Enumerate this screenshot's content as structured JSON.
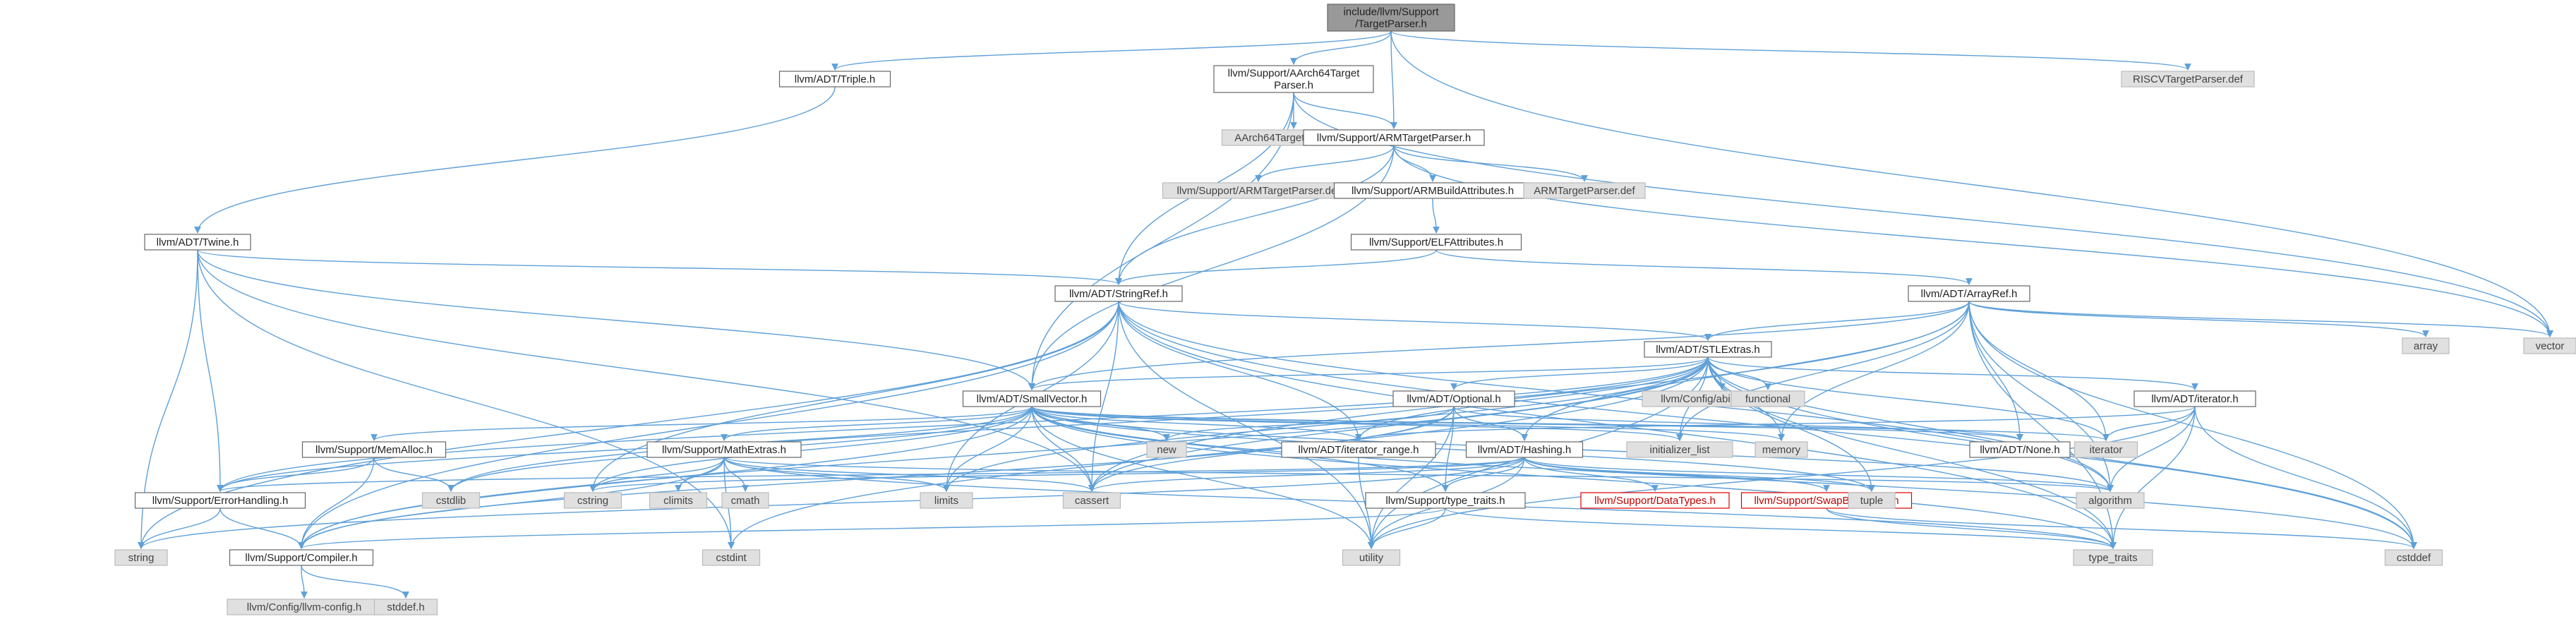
{
  "colors": {
    "edge": "#5fa0d8",
    "node_fill": "#ffffff",
    "node_gray": "#e0e0e0",
    "node_root": "#999999",
    "node_missing": "#e00000"
  },
  "nodes": [
    {
      "id": "root",
      "label": [
        "include/llvm/Support",
        "/TargetParser.h"
      ],
      "style": "dark"
    },
    {
      "id": "triple",
      "label": [
        "llvm/ADT/Triple.h"
      ],
      "style": "white"
    },
    {
      "id": "aarch64",
      "label": [
        "llvm/Support/AArch64Target",
        "Parser.h"
      ],
      "style": "white"
    },
    {
      "id": "riscvdef",
      "label": [
        "RISCVTargetParser.def"
      ],
      "style": "gray"
    },
    {
      "id": "aarch64def",
      "label": [
        "AArch64TargetParser.def"
      ],
      "style": "gray"
    },
    {
      "id": "armtp",
      "label": [
        "llvm/Support/ARMTargetParser.h"
      ],
      "style": "white"
    },
    {
      "id": "armtpdef1",
      "label": [
        "llvm/Support/ARMTargetParser.def"
      ],
      "style": "gray"
    },
    {
      "id": "armba",
      "label": [
        "llvm/Support/ARMBuildAttributes.h"
      ],
      "style": "white"
    },
    {
      "id": "armtpdef2",
      "label": [
        "ARMTargetParser.def"
      ],
      "style": "gray"
    },
    {
      "id": "elfattr",
      "label": [
        "llvm/Support/ELFAttributes.h"
      ],
      "style": "white"
    },
    {
      "id": "twine",
      "label": [
        "llvm/ADT/Twine.h"
      ],
      "style": "white"
    },
    {
      "id": "stringref",
      "label": [
        "llvm/ADT/StringRef.h"
      ],
      "style": "white"
    },
    {
      "id": "arrayref",
      "label": [
        "llvm/ADT/ArrayRef.h"
      ],
      "style": "white"
    },
    {
      "id": "array",
      "label": [
        "array"
      ],
      "style": "gray"
    },
    {
      "id": "vector",
      "label": [
        "vector"
      ],
      "style": "gray"
    },
    {
      "id": "stlextras",
      "label": [
        "llvm/ADT/STLExtras.h"
      ],
      "style": "white"
    },
    {
      "id": "abibreak",
      "label": [
        "llvm/Config/abi-breaking.h"
      ],
      "style": "gray"
    },
    {
      "id": "functional",
      "label": [
        "functional"
      ],
      "style": "gray"
    },
    {
      "id": "adtiterator",
      "label": [
        "llvm/ADT/iterator.h"
      ],
      "style": "white"
    },
    {
      "id": "smallvector",
      "label": [
        "llvm/ADT/SmallVector.h"
      ],
      "style": "white"
    },
    {
      "id": "optional",
      "label": [
        "llvm/ADT/Optional.h"
      ],
      "style": "white"
    },
    {
      "id": "memalloc",
      "label": [
        "llvm/Support/MemAlloc.h"
      ],
      "style": "white"
    },
    {
      "id": "mathextras",
      "label": [
        "llvm/Support/MathExtras.h"
      ],
      "style": "white"
    },
    {
      "id": "new",
      "label": [
        "new"
      ],
      "style": "gray"
    },
    {
      "id": "iterrange",
      "label": [
        "llvm/ADT/iterator_range.h"
      ],
      "style": "white"
    },
    {
      "id": "initlist",
      "label": [
        "initializer_list"
      ],
      "style": "gray"
    },
    {
      "id": "memory",
      "label": [
        "memory"
      ],
      "style": "gray"
    },
    {
      "id": "iterator",
      "label": [
        "iterator"
      ],
      "style": "gray"
    },
    {
      "id": "none",
      "label": [
        "llvm/ADT/None.h"
      ],
      "style": "white"
    },
    {
      "id": "hashing",
      "label": [
        "llvm/ADT/Hashing.h"
      ],
      "style": "white"
    },
    {
      "id": "cstdlib",
      "label": [
        "cstdlib"
      ],
      "style": "gray"
    },
    {
      "id": "errhandling",
      "label": [
        "llvm/Support/ErrorHandling.h"
      ],
      "style": "white"
    },
    {
      "id": "cstring",
      "label": [
        "cstring"
      ],
      "style": "gray"
    },
    {
      "id": "climits",
      "label": [
        "climits"
      ],
      "style": "gray"
    },
    {
      "id": "cmath",
      "label": [
        "cmath"
      ],
      "style": "gray"
    },
    {
      "id": "limits",
      "label": [
        "limits"
      ],
      "style": "gray"
    },
    {
      "id": "cassert",
      "label": [
        "cassert"
      ],
      "style": "gray"
    },
    {
      "id": "typetraitsh",
      "label": [
        "llvm/Support/type_traits.h"
      ],
      "style": "white"
    },
    {
      "id": "datatypes",
      "label": [
        "llvm/Support/DataTypes.h"
      ],
      "style": "red"
    },
    {
      "id": "swapbyte",
      "label": [
        "llvm/Support/SwapByteOrder.h"
      ],
      "style": "red"
    },
    {
      "id": "tuple",
      "label": [
        "tuple"
      ],
      "style": "gray"
    },
    {
      "id": "algorithm",
      "label": [
        "algorithm"
      ],
      "style": "gray"
    },
    {
      "id": "string",
      "label": [
        "string"
      ],
      "style": "gray"
    },
    {
      "id": "compiler",
      "label": [
        "llvm/Support/Compiler.h"
      ],
      "style": "white"
    },
    {
      "id": "cstdint",
      "label": [
        "cstdint"
      ],
      "style": "gray"
    },
    {
      "id": "utility",
      "label": [
        "utility"
      ],
      "style": "gray"
    },
    {
      "id": "typetraits",
      "label": [
        "type_traits"
      ],
      "style": "gray"
    },
    {
      "id": "cstddef",
      "label": [
        "cstddef"
      ],
      "style": "gray"
    },
    {
      "id": "llvmconfig",
      "label": [
        "llvm/Config/llvm-config.h"
      ],
      "style": "gray"
    },
    {
      "id": "stddef",
      "label": [
        "stddef.h"
      ],
      "style": "gray"
    }
  ],
  "edges": [
    [
      "root",
      "triple"
    ],
    [
      "root",
      "aarch64"
    ],
    [
      "root",
      "armtp"
    ],
    [
      "root",
      "riscvdef"
    ],
    [
      "root",
      "vector"
    ],
    [
      "aarch64",
      "aarch64def"
    ],
    [
      "aarch64",
      "armtp"
    ],
    [
      "aarch64",
      "stringref"
    ],
    [
      "aarch64",
      "smallvector"
    ],
    [
      "aarch64",
      "vector"
    ],
    [
      "armtp",
      "armtpdef1"
    ],
    [
      "armtp",
      "armba"
    ],
    [
      "armtp",
      "armtpdef2"
    ],
    [
      "armtp",
      "stringref"
    ],
    [
      "armtp",
      "smallvector"
    ],
    [
      "armtp",
      "vector"
    ],
    [
      "armba",
      "elfattr"
    ],
    [
      "elfattr",
      "arrayref"
    ],
    [
      "elfattr",
      "stringref"
    ],
    [
      "triple",
      "twine"
    ],
    [
      "twine",
      "stringref"
    ],
    [
      "twine",
      "smallvector"
    ],
    [
      "twine",
      "errhandling"
    ],
    [
      "twine",
      "string"
    ],
    [
      "twine",
      "cassert"
    ],
    [
      "twine",
      "cstdint"
    ],
    [
      "stringref",
      "stlextras"
    ],
    [
      "stringref",
      "iterrange"
    ],
    [
      "stringref",
      "compiler"
    ],
    [
      "stringref",
      "algorithm"
    ],
    [
      "stringref",
      "cassert"
    ],
    [
      "stringref",
      "cstddef"
    ],
    [
      "stringref",
      "cstring"
    ],
    [
      "stringref",
      "limits"
    ],
    [
      "stringref",
      "string"
    ],
    [
      "stringref",
      "typetraits"
    ],
    [
      "stringref",
      "utility"
    ],
    [
      "arrayref",
      "stlextras"
    ],
    [
      "arrayref",
      "smallvector"
    ],
    [
      "arrayref",
      "hashing"
    ],
    [
      "arrayref",
      "none"
    ],
    [
      "arrayref",
      "algorithm"
    ],
    [
      "arrayref",
      "array"
    ],
    [
      "arrayref",
      "cassert"
    ],
    [
      "arrayref",
      "cstddef"
    ],
    [
      "arrayref",
      "initlist"
    ],
    [
      "arrayref",
      "iterator"
    ],
    [
      "arrayref",
      "memory"
    ],
    [
      "arrayref",
      "typetraits"
    ],
    [
      "arrayref",
      "vector"
    ],
    [
      "stlextras",
      "abibreak"
    ],
    [
      "stlextras",
      "functional"
    ],
    [
      "stlextras",
      "adtiterator"
    ],
    [
      "stlextras",
      "optional"
    ],
    [
      "stlextras",
      "iterrange"
    ],
    [
      "stlextras",
      "smallvector"
    ],
    [
      "stlextras",
      "errhandling"
    ],
    [
      "stlextras",
      "algorithm"
    ],
    [
      "stlextras",
      "cassert"
    ],
    [
      "stlextras",
      "cstddef"
    ],
    [
      "stlextras",
      "cstdint"
    ],
    [
      "stlextras",
      "cstdlib"
    ],
    [
      "stlextras",
      "initlist"
    ],
    [
      "stlextras",
      "iterator"
    ],
    [
      "stlextras",
      "limits"
    ],
    [
      "stlextras",
      "memory"
    ],
    [
      "stlextras",
      "tuple"
    ],
    [
      "stlextras",
      "typetraits"
    ],
    [
      "stlextras",
      "utility"
    ],
    [
      "stlextras",
      "compiler"
    ],
    [
      "adtiterator",
      "iterrange"
    ],
    [
      "adtiterator",
      "algorithm"
    ],
    [
      "adtiterator",
      "cstddef"
    ],
    [
      "adtiterator",
      "iterator"
    ],
    [
      "adtiterator",
      "typetraits"
    ],
    [
      "adtiterator",
      "utility"
    ],
    [
      "optional",
      "hashing"
    ],
    [
      "optional",
      "none"
    ],
    [
      "optional",
      "compiler"
    ],
    [
      "optional",
      "typetraitsh"
    ],
    [
      "optional",
      "cassert"
    ],
    [
      "optional",
      "new"
    ],
    [
      "optional",
      "utility"
    ],
    [
      "smallvector",
      "memalloc"
    ],
    [
      "smallvector",
      "mathextras"
    ],
    [
      "smallvector",
      "new"
    ],
    [
      "smallvector",
      "iterrange"
    ],
    [
      "smallvector",
      "initlist"
    ],
    [
      "smallvector",
      "memory"
    ],
    [
      "smallvector",
      "iterator"
    ],
    [
      "smallvector",
      "none"
    ],
    [
      "smallvector",
      "errhandling"
    ],
    [
      "smallvector",
      "compiler"
    ],
    [
      "smallvector",
      "typetraitsh"
    ],
    [
      "smallvector",
      "algorithm"
    ],
    [
      "smallvector",
      "cassert"
    ],
    [
      "smallvector",
      "cstddef"
    ],
    [
      "smallvector",
      "cstdlib"
    ],
    [
      "smallvector",
      "cstring"
    ],
    [
      "smallvector",
      "limits"
    ],
    [
      "smallvector",
      "tuple"
    ],
    [
      "smallvector",
      "typetraits"
    ],
    [
      "smallvector",
      "utility"
    ],
    [
      "memalloc",
      "compiler"
    ],
    [
      "memalloc",
      "errhandling"
    ],
    [
      "memalloc",
      "cstdlib"
    ],
    [
      "mathextras",
      "compiler"
    ],
    [
      "mathextras",
      "algorithm"
    ],
    [
      "mathextras",
      "cassert"
    ],
    [
      "mathextras",
      "climits"
    ],
    [
      "mathextras",
      "cmath"
    ],
    [
      "mathextras",
      "cstdint"
    ],
    [
      "mathextras",
      "cstring"
    ],
    [
      "mathextras",
      "limits"
    ],
    [
      "mathextras",
      "typetraits"
    ],
    [
      "iterrange",
      "utility"
    ],
    [
      "hashing",
      "errhandling"
    ],
    [
      "hashing",
      "datatypes"
    ],
    [
      "hashing",
      "swapbyte"
    ],
    [
      "hashing",
      "typetraitsh"
    ],
    [
      "hashing",
      "algorithm"
    ],
    [
      "hashing",
      "cassert"
    ],
    [
      "hashing",
      "cstring"
    ],
    [
      "hashing",
      "string"
    ],
    [
      "hashing",
      "tuple"
    ],
    [
      "hashing",
      "utility"
    ],
    [
      "errhandling",
      "compiler"
    ],
    [
      "errhandling",
      "string"
    ],
    [
      "typetraitsh",
      "compiler"
    ],
    [
      "typetraitsh",
      "typetraits"
    ],
    [
      "typetraitsh",
      "utility"
    ],
    [
      "swapbyte",
      "cstddef"
    ],
    [
      "swapbyte",
      "typetraits"
    ],
    [
      "compiler",
      "llvmconfig"
    ],
    [
      "compiler",
      "stddef"
    ]
  ]
}
